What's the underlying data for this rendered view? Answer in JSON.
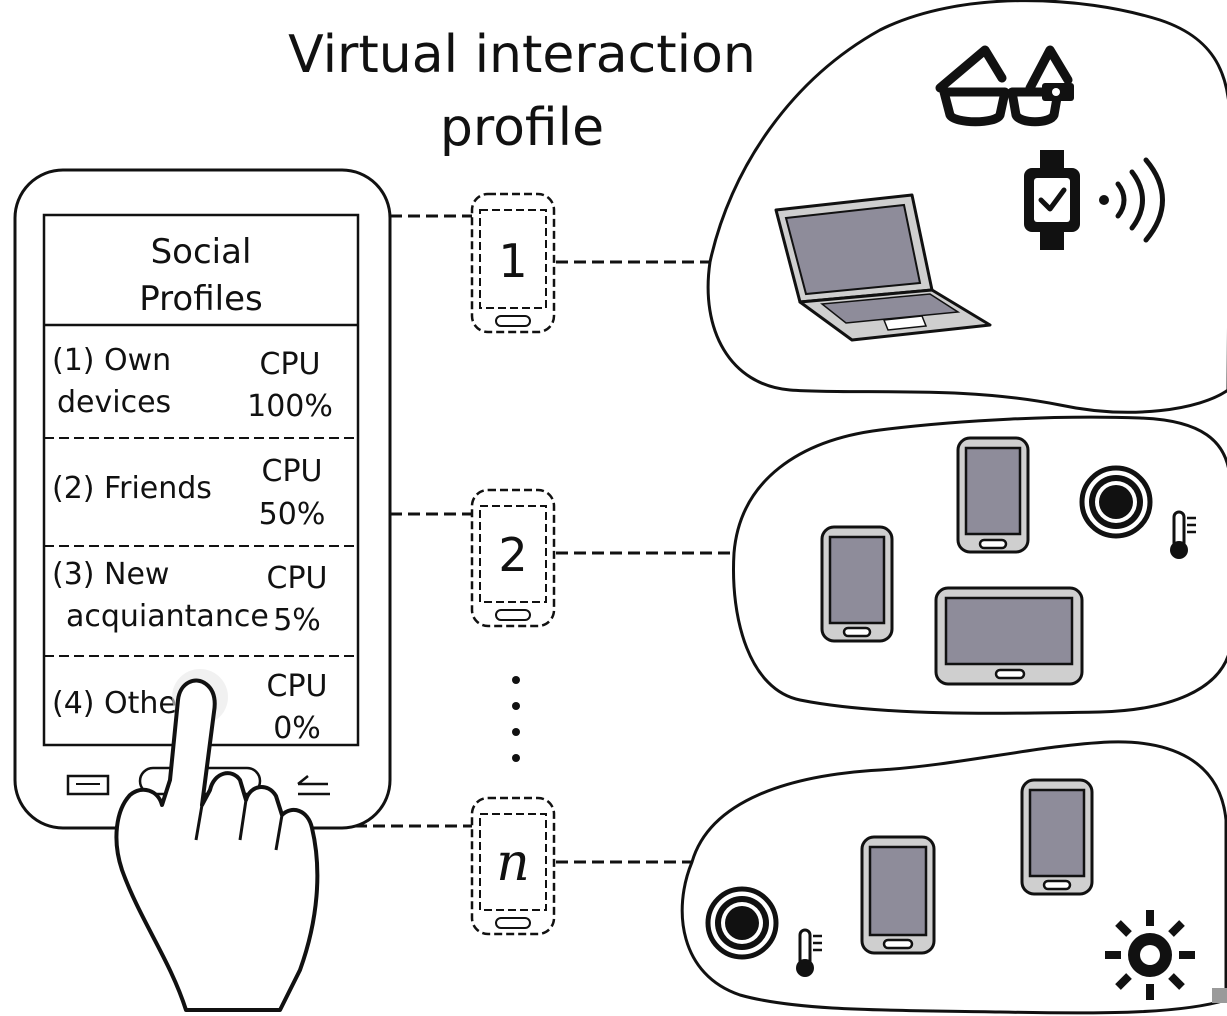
{
  "title": [
    "Virtual interaction",
    "profile"
  ],
  "phone": {
    "header": [
      "Social",
      "Profiles"
    ],
    "rows": [
      {
        "label": [
          "(1) Own",
          "devices"
        ],
        "cpu": [
          "CPU",
          "100%"
        ]
      },
      {
        "label": [
          "(2) Friends"
        ],
        "cpu": [
          "CPU",
          "50%"
        ]
      },
      {
        "label": [
          "(3) New",
          "acquiantance"
        ],
        "cpu": [
          "CPU",
          "5%"
        ]
      },
      {
        "label": [
          "(4) Othe"
        ],
        "cpu": [
          "CPU",
          "0%"
        ]
      }
    ]
  },
  "profiles": [
    {
      "label": "1"
    },
    {
      "label": "2"
    },
    {
      "label": "n"
    }
  ],
  "colors": {
    "line": "#111111",
    "device_body": "#cfcfcf",
    "device_screen": "#8e8c9a"
  },
  "icons": {
    "group1": [
      "smart-glasses-icon",
      "smartwatch-signal-icon",
      "laptop-icon"
    ],
    "group2": [
      "smartphone-icon",
      "tablet-icon",
      "temperature-sensor-icon"
    ],
    "group3": [
      "smartphone-icon",
      "temperature-sensor-icon",
      "light-sensor-icon"
    ],
    "hand": "pointing-hand-icon"
  }
}
